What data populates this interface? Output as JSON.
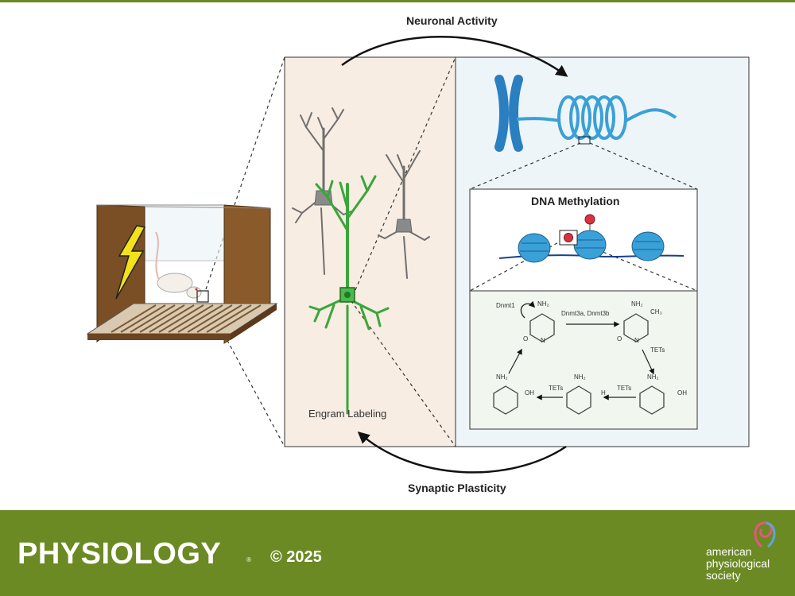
{
  "diagram": {
    "top_arrow_label": "Neuronal Activity",
    "bottom_arrow_label": "Synaptic Plasticity",
    "engram_label": "Engram Labeling",
    "methylation_title": "DNA Methylation",
    "chemistry": {
      "dnmt1": "Dnmt1",
      "dnmt3": "Dnmt3a, Dnmt3b",
      "tet_a": "TETs",
      "tet_b": "TETs",
      "tet_c": "TETs",
      "nh2": "NH₂",
      "ch3": "CH₃",
      "oh": "OH",
      "h": "H",
      "o": "O",
      "n": "N"
    }
  },
  "footer": {
    "journal": "PHYSIOLOGY",
    "copyright": "© 2025",
    "society_line1": "american",
    "society_line2": "physiological",
    "society_line3": "society"
  },
  "colors": {
    "footer_green": "#6b8a23",
    "neuron_green": "#3aa63a",
    "chromosome_blue": "#2a7fc0",
    "dna_blue": "#3aa0d8",
    "methyl_red": "#d8323f",
    "engram_panel": "#f7ede3",
    "chromatin_panel": "#eef5f8",
    "chemistry_panel": "#f1f6ee",
    "cage_wood": "#7a4f25"
  }
}
